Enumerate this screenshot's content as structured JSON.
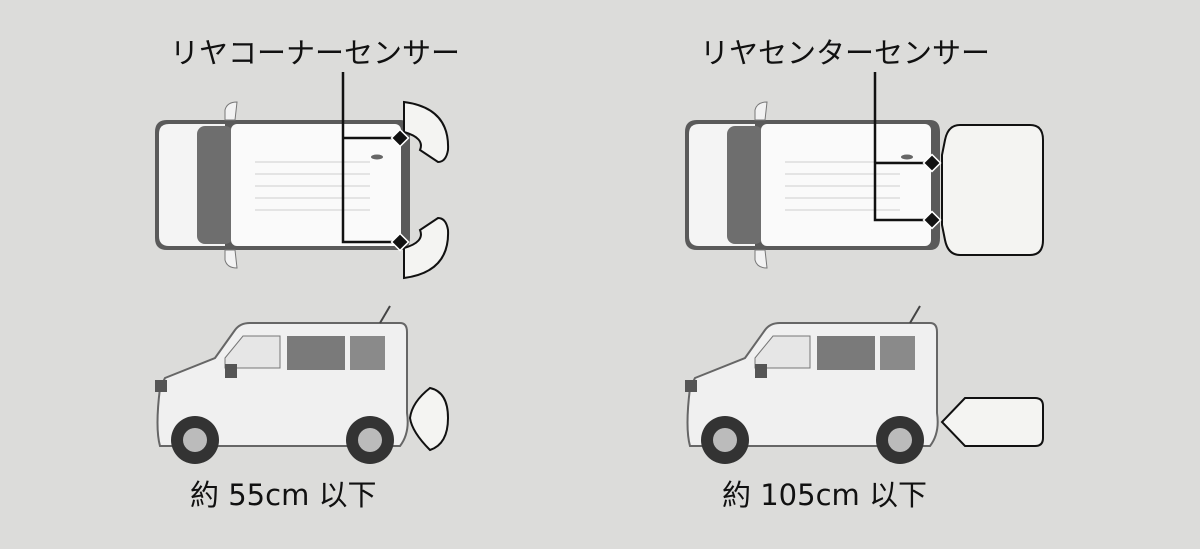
{
  "panels": [
    {
      "title": "リヤコーナーセンサー",
      "distance": "約 55cm 以下"
    },
    {
      "title": "リヤセンターセンサー",
      "distance": "約 105cm 以下"
    }
  ],
  "colors": {
    "background": "#dcdcda",
    "zone_fill": "#f4f4f2",
    "line": "#111111"
  }
}
